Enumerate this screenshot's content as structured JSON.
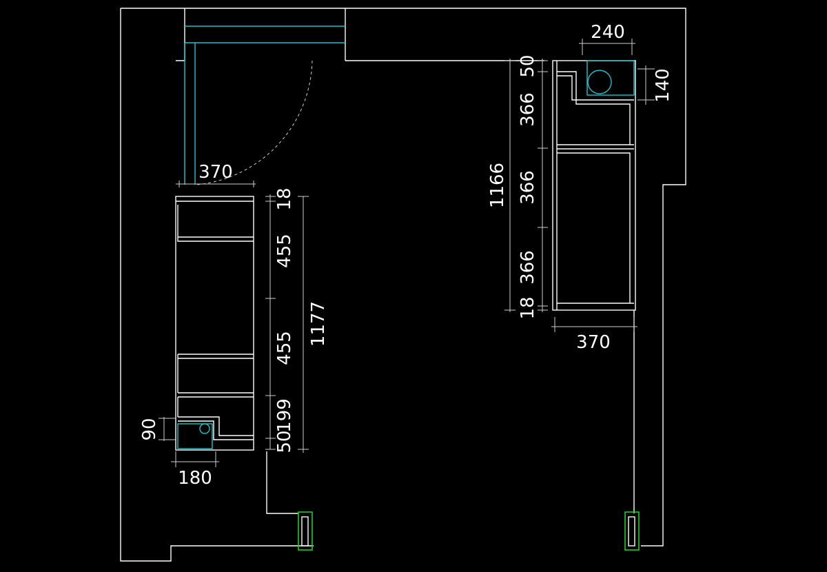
{
  "left_cabinet": {
    "width_dim": "370",
    "depth_detail_dim": "180",
    "small_depth_dim": "90",
    "vertical_dims": [
      "18",
      "455",
      "455",
      "199",
      "50"
    ],
    "total_height_dim": "1177"
  },
  "right_cabinet": {
    "top_width_dim": "240",
    "top_depth_dim": "140",
    "vertical_dims": [
      "50",
      "366",
      "366",
      "366",
      "18"
    ],
    "total_height_dim": "1166",
    "bottom_width_dim": "370"
  },
  "colors": {
    "background": "#000000",
    "line": "#ffffff",
    "cyan": "#19c6d1",
    "green": "#19d11e"
  }
}
